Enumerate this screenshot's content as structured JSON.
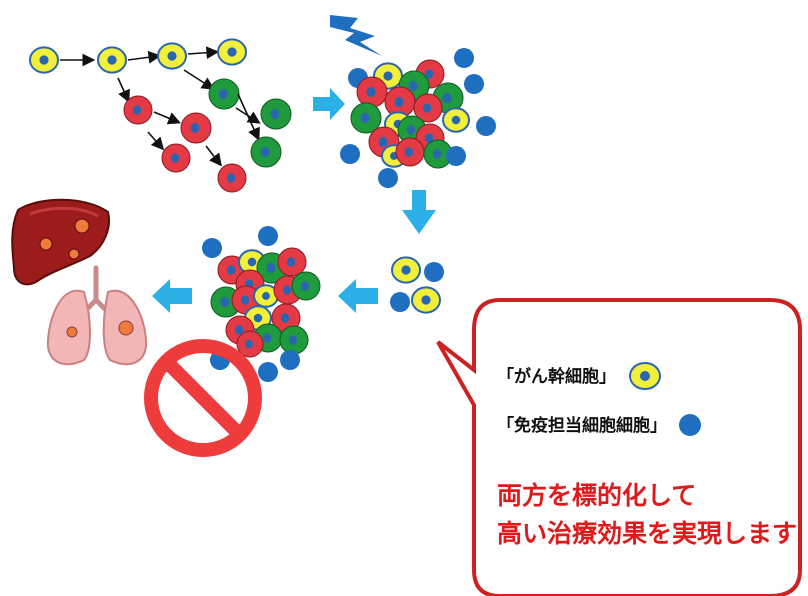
{
  "legend": {
    "cancer_stem_cell": "「がん幹細胞」",
    "immunosuppressive_cell": "「免疫担当細胞細胞」"
  },
  "message": {
    "line1": "両方を標的化して",
    "line2": "高い治療効果を実現します"
  },
  "colors": {
    "stem_cell_fill": "#f2ef3a",
    "stem_cell_ring": "#2a66b0",
    "red_cell": "#e43a45",
    "green_cell": "#1f9a3d",
    "immune_cell": "#1f6fc0",
    "arrow_blue": "#2ab0e6",
    "lightning": "#1f6fc0",
    "callout_border": "#cc2222",
    "prohibit_red": "#ee3b3b",
    "headline_red": "#e01a1a"
  },
  "icons": [
    "lightning-icon",
    "liver-icon",
    "lungs-icon",
    "prohibit-icon"
  ]
}
